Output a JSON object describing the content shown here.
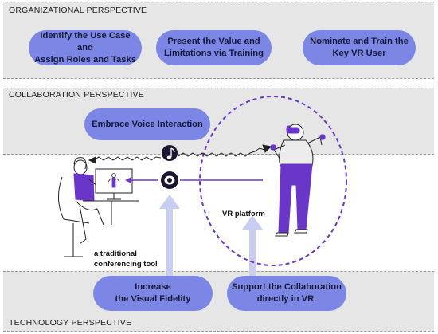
{
  "sections": {
    "organizational": "ORGANIZATIONAL PERSPECTIVE",
    "collaboration": "COLLABORATION PERSPECTIVE",
    "technology": "TECHNOLOGY PERSPECTIVE"
  },
  "organizational_items": [
    "Identify the Use Case and\nAssign Roles and Tasks",
    "Present the Value and\nLimitations via Training",
    "Nominate and Train the\nKey VR User"
  ],
  "collaboration_items": [
    "Embrace Voice Interaction"
  ],
  "technology_items": [
    "Increase\nthe Visual Fidelity",
    "Support the Collaboration\ndirectly in VR."
  ],
  "labels": {
    "vr_platform": "VR platform",
    "conferencing_tool": "a traditional\nconferencing tool"
  },
  "icons": [
    "music-note-icon",
    "eye-icon"
  ],
  "colors": {
    "accent_purple": "#6a35c9",
    "pill_blue": "#7c86e4",
    "arrow_light": "#c9cdf2",
    "band_gray": "#e6e6e6"
  }
}
